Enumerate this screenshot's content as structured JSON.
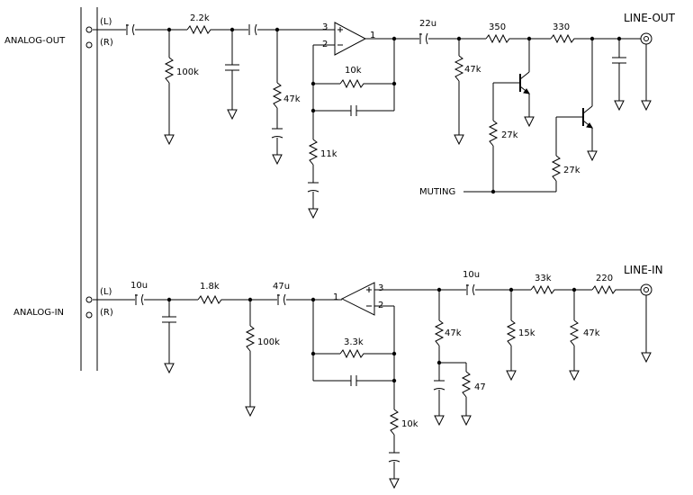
{
  "ports": {
    "analog_out": "ANALOG-OUT",
    "analog_in": "ANALOG-IN",
    "left": "(L)",
    "right": "(R)",
    "line_out": "LINE-OUT",
    "line_in": "LINE-IN",
    "muting": "MUTING"
  },
  "out_stage": {
    "r_in": "2.2k",
    "r_bias_in": "100k",
    "r_bias2": "47k",
    "r_fb": "10k",
    "r_gnd": "11k",
    "c_out": "22u",
    "r_out1": "350",
    "r_out2": "330",
    "r_out_bias": "47k",
    "r_base1": "27k",
    "r_base2": "27k",
    "pin_plus": "3",
    "pin_minus": "2",
    "pin_out": "1"
  },
  "in_stage": {
    "c_in": "10u",
    "r_in": "1.8k",
    "r_bias_in": "100k",
    "c_cpl": "47u",
    "r_fb": "3.3k",
    "r_gnd": "10k",
    "c_out": "10u",
    "r_bias_out": "47k",
    "r_snub": "47",
    "r_ser1": "33k",
    "r_ser2": "220",
    "r_div1": "15k",
    "r_div2": "47k",
    "pin_plus": "3",
    "pin_minus": "2",
    "pin_out": "1"
  }
}
